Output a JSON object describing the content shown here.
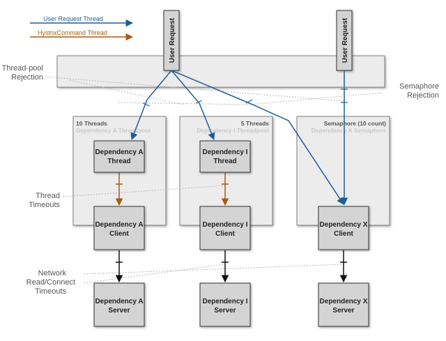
{
  "legend": {
    "user_thread": "User Request Thread",
    "hystrix_thread": "HystrixCommand Thread"
  },
  "user_request": {
    "left": "User Request",
    "right": "User Request"
  },
  "side_labels": {
    "thread_pool_rejection": [
      "Thread-pool",
      "Rejection"
    ],
    "semaphore_rejection": [
      "Semaphore",
      "Rejection"
    ],
    "thread_timeouts": [
      "Thread",
      "Timeouts"
    ],
    "network_timeouts": [
      "Network",
      "Read/Connect",
      "Timeouts"
    ]
  },
  "pools": [
    {
      "title": "10 Threads",
      "subtitle": "Dependency A Threadpool",
      "thread_box": [
        "Dependency A",
        "Thread"
      ],
      "client_box": [
        "Dependency A",
        "Client"
      ],
      "server_box": [
        "Dependency A",
        "Server"
      ]
    },
    {
      "title": "5 Threads",
      "subtitle": "Dependency I Threadpool",
      "thread_box": [
        "Dependency I",
        "Thread"
      ],
      "client_box": [
        "Dependency I",
        "Client"
      ],
      "server_box": [
        "Dependency I",
        "Server"
      ]
    },
    {
      "title": "Semaphore (10 count)",
      "subtitle": "Dependency X Semaphore",
      "client_box": [
        "Dependency X",
        "Client"
      ],
      "server_box": [
        "Dependency X",
        "Server"
      ]
    }
  ],
  "colors": {
    "user_thread": "#1f5c99",
    "hystrix_thread": "#a85c12",
    "network": "#111111",
    "dotted": "#b8b8b8",
    "panel_fill": "#ececec",
    "box_fill": "#d4d4d4"
  }
}
